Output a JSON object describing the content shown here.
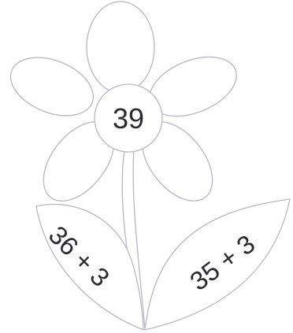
{
  "flower": {
    "center_value": "39",
    "left_leaf_expression": "36 + 3",
    "right_leaf_expression": "35 + 3"
  },
  "colors": {
    "outline": "#b9b6c6",
    "text": "#2a2a2f",
    "background": "#ffffff"
  }
}
